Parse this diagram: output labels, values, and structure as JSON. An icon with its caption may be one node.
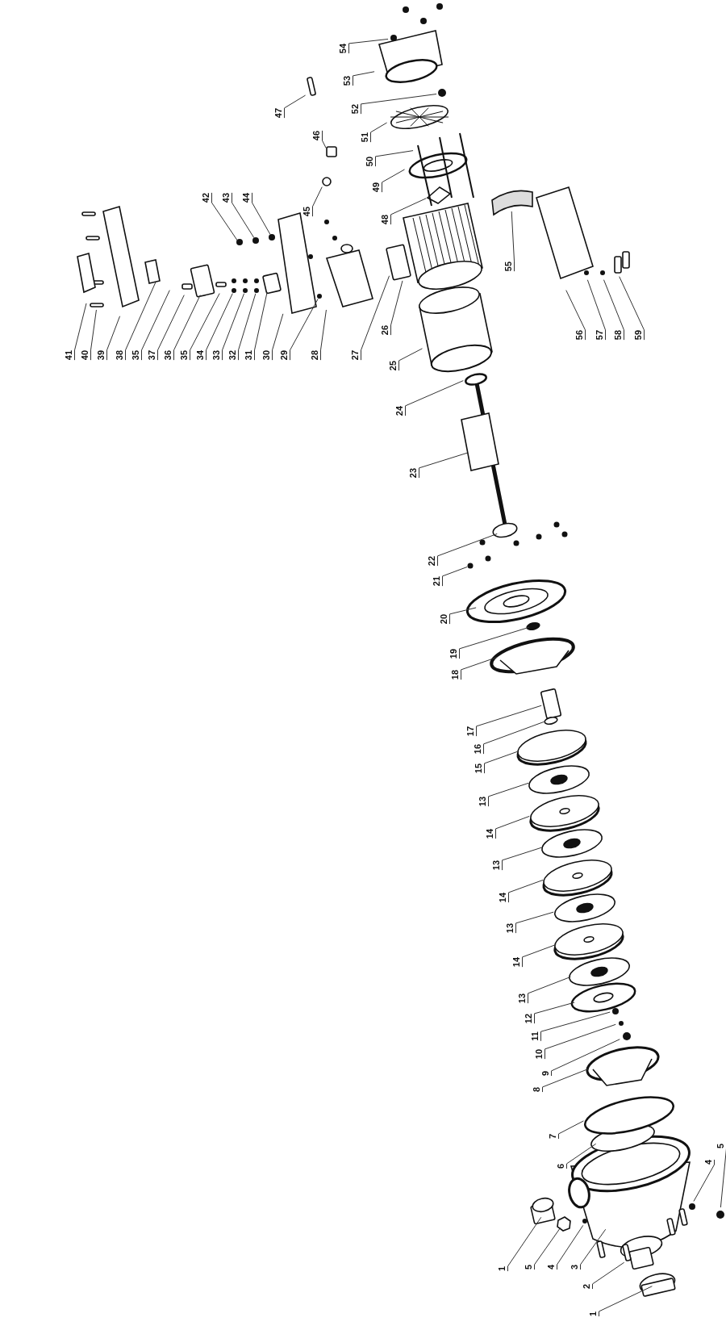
{
  "diagram": {
    "nodes": [
      {
        "text": [
          "1"
        ]
      },
      {
        "text": [
          "5"
        ]
      },
      {
        "text": [
          "4"
        ]
      },
      {
        "text": [
          "3"
        ]
      },
      {
        "text": [
          "2"
        ]
      },
      {
        "text": [
          "1"
        ]
      },
      {
        "text": [
          "6"
        ]
      },
      {
        "text": [
          "7"
        ]
      },
      {
        "text": [
          "8"
        ]
      },
      {
        "text": [
          "9"
        ]
      },
      {
        "text": [
          "10"
        ]
      },
      {
        "text": [
          "11"
        ]
      },
      {
        "text": [
          "12"
        ]
      },
      {
        "text": [
          "13"
        ]
      },
      {
        "text": [
          "14"
        ]
      },
      {
        "text": [
          "13"
        ]
      },
      {
        "text": [
          "14"
        ]
      },
      {
        "text": [
          "13"
        ]
      },
      {
        "text": [
          "14"
        ]
      },
      {
        "text": [
          "13"
        ]
      },
      {
        "text": [
          "15"
        ]
      },
      {
        "text": [
          "16"
        ]
      },
      {
        "text": [
          "17"
        ]
      },
      {
        "text": [
          "18"
        ]
      },
      {
        "text": [
          "19"
        ]
      },
      {
        "text": [
          "20"
        ]
      },
      {
        "text": [
          "21"
        ]
      },
      {
        "text": [
          "22"
        ]
      },
      {
        "text": [
          "23"
        ]
      },
      {
        "text": [
          "24"
        ]
      },
      {
        "text": [
          "25"
        ]
      },
      {
        "text": [
          "26"
        ]
      },
      {
        "text": [
          "27"
        ]
      },
      {
        "text": [
          "28"
        ]
      },
      {
        "text": [
          "29"
        ]
      },
      {
        "text": [
          "30"
        ]
      },
      {
        "text": [
          "31"
        ]
      },
      {
        "text": [
          "32"
        ]
      },
      {
        "text": [
          "33"
        ]
      },
      {
        "text": [
          "34"
        ]
      },
      {
        "text": [
          "35"
        ]
      },
      {
        "text": [
          "36"
        ]
      },
      {
        "text": [
          "37"
        ]
      },
      {
        "text": [
          "35"
        ]
      },
      {
        "text": [
          "38"
        ]
      },
      {
        "text": [
          "39"
        ]
      },
      {
        "text": [
          "40"
        ]
      },
      {
        "text": [
          "41"
        ]
      },
      {
        "text": [
          "42"
        ]
      },
      {
        "text": [
          "43"
        ]
      },
      {
        "text": [
          "44"
        ]
      },
      {
        "text": [
          "45"
        ]
      },
      {
        "text": [
          "46"
        ]
      },
      {
        "text": [
          "47"
        ]
      },
      {
        "text": [
          "48"
        ]
      },
      {
        "text": [
          "49"
        ]
      },
      {
        "text": [
          "50"
        ]
      },
      {
        "text": [
          "51"
        ]
      },
      {
        "text": [
          "52"
        ]
      },
      {
        "text": [
          "53"
        ]
      },
      {
        "text": [
          "54"
        ]
      },
      {
        "text": [
          "55"
        ]
      },
      {
        "text": [
          "56"
        ]
      },
      {
        "text": [
          "57"
        ]
      },
      {
        "text": [
          "58"
        ]
      },
      {
        "text": [
          "59"
        ]
      },
      {
        "text": [
          "4"
        ]
      },
      {
        "text": [
          "5"
        ]
      }
    ],
    "edges": [
      {
        "from": 0,
        "to": null,
        "arrow": "none"
      },
      {
        "from": 1,
        "to": null,
        "arrow": "none"
      },
      {
        "from": 2,
        "to": null,
        "arrow": "none"
      },
      {
        "from": 3,
        "to": null,
        "arrow": "none"
      },
      {
        "from": 4,
        "to": null,
        "arrow": "none"
      },
      {
        "from": 5,
        "to": null,
        "arrow": "none"
      },
      {
        "from": 6,
        "to": null,
        "arrow": "none"
      },
      {
        "from": 7,
        "to": null,
        "arrow": "none"
      },
      {
        "from": 8,
        "to": null,
        "arrow": "none"
      },
      {
        "from": 9,
        "to": null,
        "arrow": "none"
      },
      {
        "from": 10,
        "to": null,
        "arrow": "none"
      },
      {
        "from": 11,
        "to": null,
        "arrow": "none"
      },
      {
        "from": 12,
        "to": null,
        "arrow": "none"
      },
      {
        "from": 13,
        "to": null,
        "arrow": "none"
      },
      {
        "from": 14,
        "to": null,
        "arrow": "none"
      },
      {
        "from": 15,
        "to": null,
        "arrow": "none"
      },
      {
        "from": 16,
        "to": null,
        "arrow": "none"
      },
      {
        "from": 17,
        "to": null,
        "arrow": "none"
      },
      {
        "from": 18,
        "to": null,
        "arrow": "none"
      },
      {
        "from": 19,
        "to": null,
        "arrow": "none"
      },
      {
        "from": 20,
        "to": null,
        "arrow": "none"
      },
      {
        "from": 21,
        "to": null,
        "arrow": "none"
      },
      {
        "from": 22,
        "to": null,
        "arrow": "none"
      },
      {
        "from": 23,
        "to": null,
        "arrow": "none"
      },
      {
        "from": 24,
        "to": null,
        "arrow": "none"
      },
      {
        "from": 25,
        "to": null,
        "arrow": "none"
      },
      {
        "from": 26,
        "to": null,
        "arrow": "none"
      },
      {
        "from": 27,
        "to": null,
        "arrow": "none"
      },
      {
        "from": 28,
        "to": null,
        "arrow": "none"
      },
      {
        "from": 29,
        "to": null,
        "arrow": "none"
      },
      {
        "from": 30,
        "to": null,
        "arrow": "none"
      },
      {
        "from": 31,
        "to": null,
        "arrow": "none"
      },
      {
        "from": 32,
        "to": null,
        "arrow": "none"
      },
      {
        "from": 33,
        "to": null,
        "arrow": "none"
      },
      {
        "from": 34,
        "to": null,
        "arrow": "none"
      },
      {
        "from": 35,
        "to": null,
        "arrow": "none"
      },
      {
        "from": 36,
        "to": null,
        "arrow": "none"
      },
      {
        "from": 37,
        "to": null,
        "arrow": "none"
      },
      {
        "from": 38,
        "to": null,
        "arrow": "none"
      },
      {
        "from": 39,
        "to": null,
        "arrow": "none"
      },
      {
        "from": 40,
        "to": null,
        "arrow": "none"
      },
      {
        "from": 41,
        "to": null,
        "arrow": "none"
      },
      {
        "from": 42,
        "to": null,
        "arrow": "none"
      },
      {
        "from": 43,
        "to": null,
        "arrow": "none"
      },
      {
        "from": 44,
        "to": null,
        "arrow": "none"
      },
      {
        "from": 45,
        "to": null,
        "arrow": "none"
      },
      {
        "from": 46,
        "to": null,
        "arrow": "none"
      },
      {
        "from": 47,
        "to": null,
        "arrow": "none"
      },
      {
        "from": 48,
        "to": null,
        "arrow": "none"
      },
      {
        "from": 49,
        "to": null,
        "arrow": "none"
      },
      {
        "from": 50,
        "to": null,
        "arrow": "none"
      },
      {
        "from": 51,
        "to": null,
        "arrow": "none"
      },
      {
        "from": 52,
        "to": null,
        "arrow": "none"
      },
      {
        "from": 53,
        "to": null,
        "arrow": "none"
      },
      {
        "from": 54,
        "to": null,
        "arrow": "none"
      },
      {
        "from": 55,
        "to": null,
        "arrow": "none"
      },
      {
        "from": 56,
        "to": null,
        "arrow": "none"
      },
      {
        "from": 57,
        "to": null,
        "arrow": "none"
      },
      {
        "from": 58,
        "to": null,
        "arrow": "none"
      },
      {
        "from": 59,
        "to": null,
        "arrow": "none"
      },
      {
        "from": 60,
        "to": null,
        "arrow": "none"
      },
      {
        "from": 61,
        "to": null,
        "arrow": "none"
      },
      {
        "from": 62,
        "to": null,
        "arrow": "none"
      },
      {
        "from": 63,
        "to": null,
        "arrow": "none"
      },
      {
        "from": 64,
        "to": null,
        "arrow": "none"
      },
      {
        "from": 65,
        "to": null,
        "arrow": "none"
      },
      {
        "from": 66,
        "to": null,
        "arrow": "none"
      },
      {
        "from": 67,
        "to": null,
        "arrow": "none"
      }
    ]
  }
}
